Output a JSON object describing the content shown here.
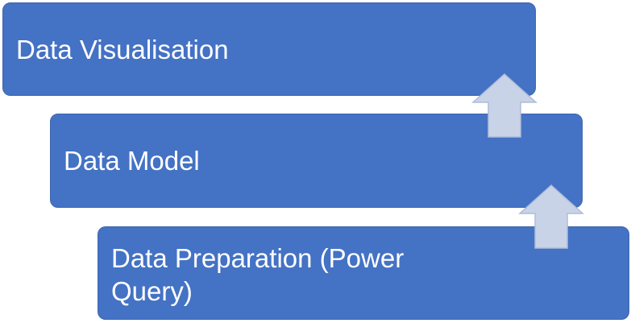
{
  "colors": {
    "box_fill": "#4472c4",
    "box_border": "#3f67ad",
    "arrow_fill": "#c9d3e8",
    "arrow_border": "#aebcd9"
  },
  "layers": [
    {
      "label": "Data Visualisation"
    },
    {
      "label": "Data Model"
    },
    {
      "label": "Data Preparation (Power Query)"
    }
  ],
  "arrows": [
    {
      "icon": "up-arrow-icon"
    },
    {
      "icon": "up-arrow-icon"
    }
  ]
}
